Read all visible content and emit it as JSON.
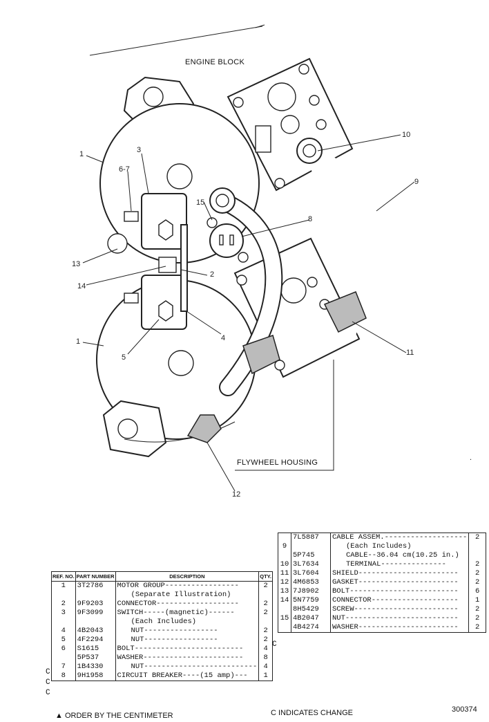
{
  "labels": {
    "engine_block": "ENGINE BLOCK",
    "flywheel_housing": "FLYWHEEL HOUSING",
    "callouts": [
      "1",
      "3",
      "6-7",
      "13",
      "14",
      "2",
      "1",
      "5",
      "4",
      "15",
      "8",
      "10",
      "9",
      "11",
      "12"
    ]
  },
  "left_table": {
    "headers": [
      "REF. NO.",
      "PART NUMBER",
      "DESCRIPTION",
      "QTY."
    ],
    "rows": [
      {
        "ref": "1",
        "part": "3T2786",
        "desc": "MOTOR GROUP-----------------",
        "qty": "2"
      },
      {
        "ref": "",
        "part": "",
        "desc": "(Separate Illustration)",
        "qty": ""
      },
      {
        "ref": "2",
        "part": "9F9203",
        "desc": "CONNECTOR-------------------",
        "qty": "2"
      },
      {
        "ref": "3",
        "part": "9F3099",
        "desc": "SWITCH-----(magnetic)------",
        "qty": "2"
      },
      {
        "ref": "",
        "part": "",
        "desc": "(Each Includes)",
        "qty": ""
      },
      {
        "ref": "4",
        "part": "4B2043",
        "desc": "NUT-----------------",
        "qty": "2"
      },
      {
        "ref": "5",
        "part": "4F2294",
        "desc": "NUT-----------------",
        "qty": "2"
      },
      {
        "ref": "6",
        "part": "S1615",
        "desc": "BOLT-------------------------",
        "qty": "4"
      },
      {
        "ref": "",
        "part": "5P537",
        "desc": "WASHER-----------------------",
        "qty": "8"
      },
      {
        "ref": "7",
        "part": "1B4330",
        "desc": "NUT--------------------------",
        "qty": "4"
      },
      {
        "ref": "8",
        "part": "9H1958",
        "desc": "CIRCUIT BREAKER----(15 amp)---",
        "qty": "1"
      }
    ],
    "change_marks": [
      "C",
      "C",
      "C"
    ]
  },
  "right_table": {
    "rows": [
      {
        "ref": "",
        "part": "7L5887",
        "desc": "CABLE ASSEM.-------------------",
        "qty": "2"
      },
      {
        "ref": "9",
        "part": "",
        "desc": "(Each Includes)",
        "qty": ""
      },
      {
        "ref": "",
        "part": "5P745",
        "desc": "CABLE--36.04 cm(10.25 in.)",
        "qty": ""
      },
      {
        "ref": "10",
        "part": "3L7634",
        "desc": "TERMINAL---------------",
        "qty": "2"
      },
      {
        "ref": "11",
        "part": "3L7604",
        "desc": "SHIELD-----------------------",
        "qty": "2"
      },
      {
        "ref": "12",
        "part": "4M6853",
        "desc": "GASKET-----------------------",
        "qty": "2"
      },
      {
        "ref": "13",
        "part": "7J8902",
        "desc": "BOLT-------------------------",
        "qty": "6"
      },
      {
        "ref": "14",
        "part": "5N7759",
        "desc": "CONNECTOR--------------------",
        "qty": "1"
      },
      {
        "ref": "",
        "part": "8H5429",
        "desc": "SCREW------------------------",
        "qty": "2"
      },
      {
        "ref": "15",
        "part": "4B2047",
        "desc": "NUT--------------------------",
        "qty": "2"
      },
      {
        "ref": "",
        "part": "4B4274",
        "desc": "WASHER-----------------------",
        "qty": "2"
      }
    ],
    "change_mark": "C"
  },
  "footer": {
    "order_note": "▲ ORDER BY THE CENTIMETER",
    "change_note": "C INDICATES CHANGE",
    "figure_number": "300374"
  }
}
